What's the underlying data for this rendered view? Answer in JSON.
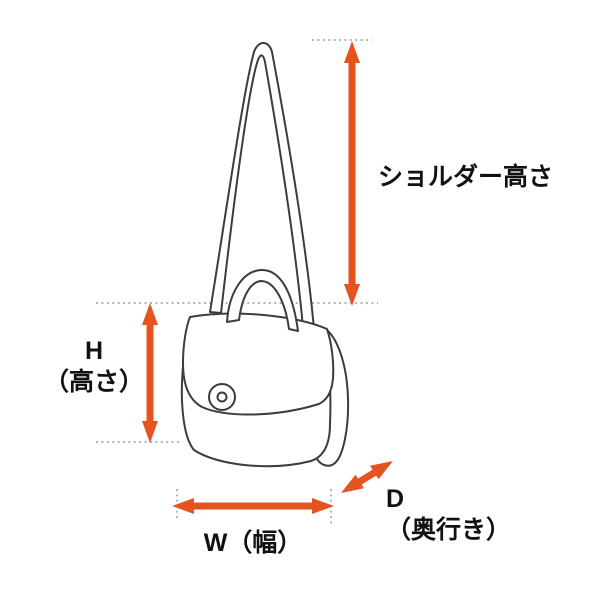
{
  "diagram": {
    "labels": {
      "shoulder_height": "ショルダー高さ",
      "height_letter": "H",
      "height_caption": "（高さ）",
      "width": "W（幅）",
      "depth_letter": "D",
      "depth_caption": "（奥行き）"
    },
    "colors": {
      "arrow": "#e5531f",
      "line": "#3c3c3c",
      "dotted": "#9a9a9a",
      "text": "#111111",
      "bg": "#ffffff"
    }
  }
}
